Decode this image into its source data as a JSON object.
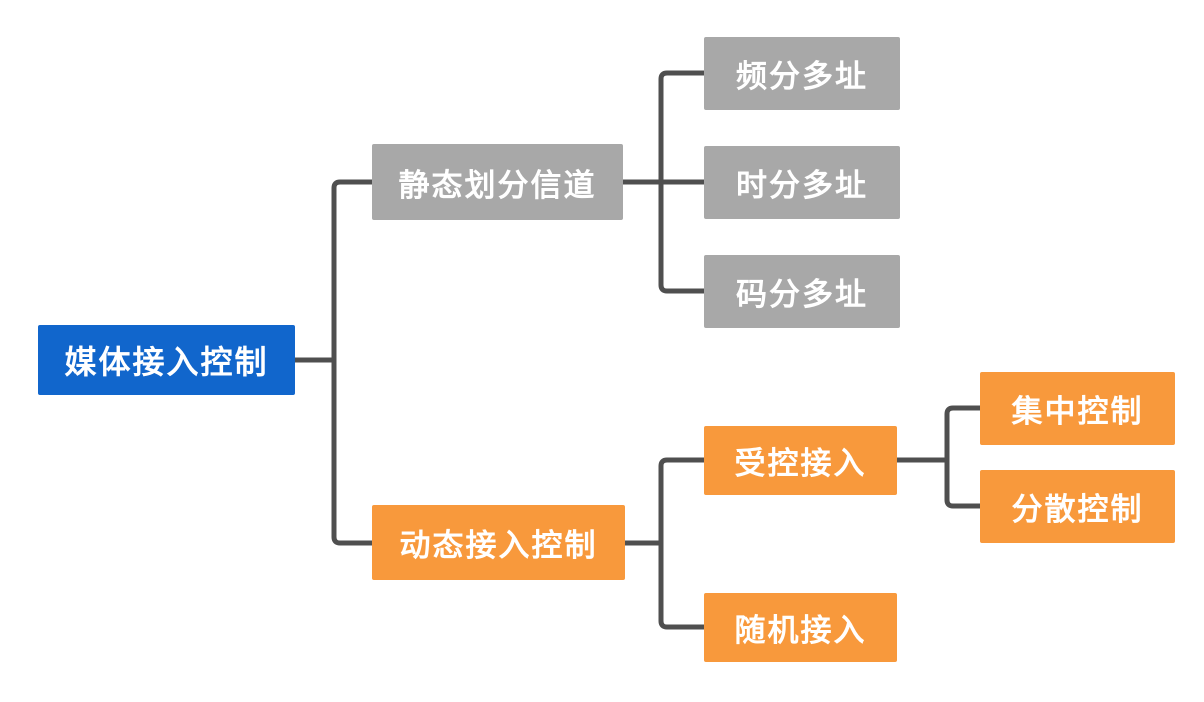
{
  "diagram": {
    "type": "tree",
    "nodes": {
      "root": {
        "label": "媒体接入控制",
        "color": "#1166cc"
      },
      "static_channel": {
        "label": "静态划分信道",
        "color": "#a8a8a8"
      },
      "fdma": {
        "label": "频分多址",
        "color": "#a8a8a8"
      },
      "tdma": {
        "label": "时分多址",
        "color": "#a8a8a8"
      },
      "cdma": {
        "label": "码分多址",
        "color": "#a8a8a8"
      },
      "dynamic_access": {
        "label": "动态接入控制",
        "color": "#f8993c"
      },
      "controlled_access": {
        "label": "受控接入",
        "color": "#f8993c"
      },
      "random_access": {
        "label": "随机接入",
        "color": "#f8993c"
      },
      "centralized_control": {
        "label": "集中控制",
        "color": "#f8993c"
      },
      "distributed_control": {
        "label": "分散控制",
        "color": "#f8993c"
      }
    },
    "edges": [
      {
        "from": "root",
        "to": "static_channel"
      },
      {
        "from": "root",
        "to": "dynamic_access"
      },
      {
        "from": "static_channel",
        "to": "fdma"
      },
      {
        "from": "static_channel",
        "to": "tdma"
      },
      {
        "from": "static_channel",
        "to": "cdma"
      },
      {
        "from": "dynamic_access",
        "to": "controlled_access"
      },
      {
        "from": "dynamic_access",
        "to": "random_access"
      },
      {
        "from": "controlled_access",
        "to": "centralized_control"
      },
      {
        "from": "controlled_access",
        "to": "distributed_control"
      }
    ],
    "colors": {
      "connector": "#4f4f4f",
      "text": "#ffffff",
      "background": "#ffffff"
    }
  }
}
